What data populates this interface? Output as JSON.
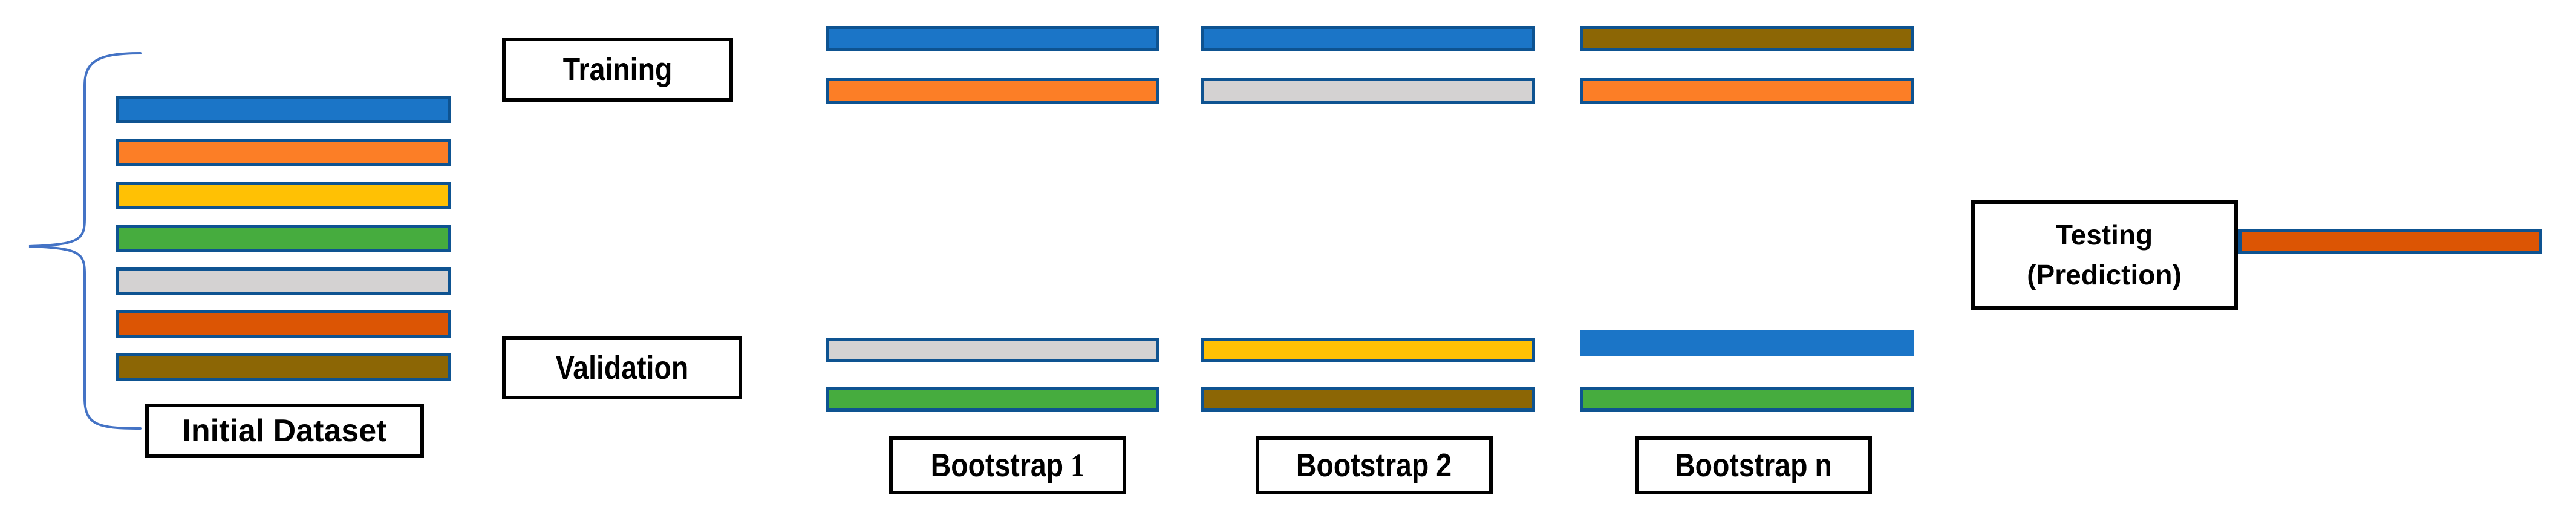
{
  "colors": {
    "blue": "#1B75C7",
    "orange": "#FC7E26",
    "yellow": "#FFC104",
    "green": "#46AC3E",
    "gray": "#D4D2D2",
    "darkorange": "#DC5504",
    "brown": "#8C6605",
    "bar_border": "#0E5391",
    "brace": "#4473C5",
    "box_border": "#000000",
    "box_fill": "#FFFFFF"
  },
  "initial_dataset": {
    "label": "Initial Dataset",
    "bars": [
      "blue",
      "orange",
      "yellow",
      "green",
      "gray",
      "darkorange",
      "brown"
    ]
  },
  "row_labels": {
    "training": "Training",
    "validation": "Validation"
  },
  "bootstraps": [
    {
      "label": "Bootstrap 1",
      "prefix": "Bootstrap",
      "suffix": "1",
      "training": [
        "blue",
        "orange"
      ],
      "validation": [
        "gray",
        "green"
      ]
    },
    {
      "label": "Bootstrap 2",
      "prefix": "Bootstrap",
      "suffix": "2",
      "training": [
        "blue",
        "gray"
      ],
      "validation": [
        "yellow",
        "brown"
      ]
    },
    {
      "label": "Bootstrap n",
      "prefix": "Bootstrap",
      "suffix": "n",
      "training": [
        "brown",
        "orange"
      ],
      "validation": [
        "blue",
        "green"
      ]
    }
  ],
  "testing": {
    "line1": "Testing",
    "line2": "(Prediction)",
    "bar": "darkorange"
  }
}
